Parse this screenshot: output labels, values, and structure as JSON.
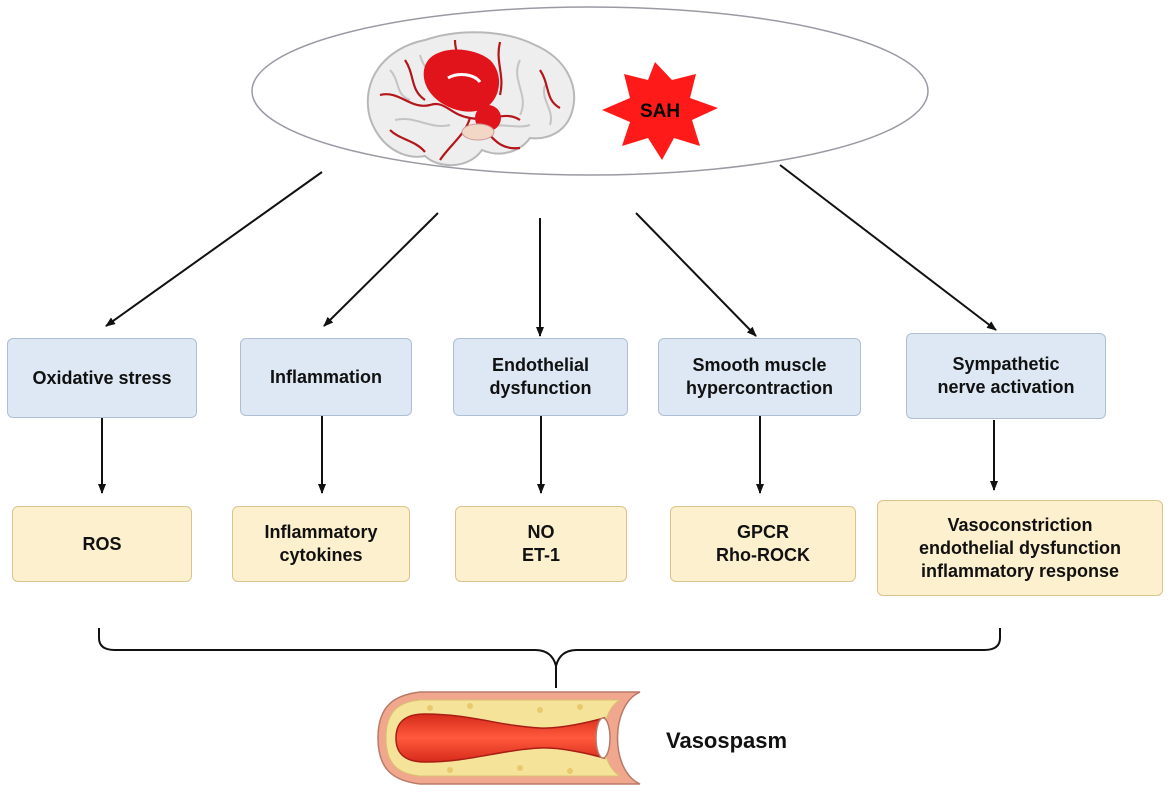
{
  "top": {
    "event_label": "SAH",
    "brain_icon": "brain-with-hemorrhage-icon",
    "burst_color": "#ff1a1a"
  },
  "mechanisms": [
    {
      "label": "Oxidative stress"
    },
    {
      "label": "Inflammation"
    },
    {
      "label": "Endothelial\ndysfunction"
    },
    {
      "label": "Smooth muscle\nhypercontraction"
    },
    {
      "label": "Sympathetic\nnerve activation"
    }
  ],
  "mediators": [
    {
      "label": "ROS"
    },
    {
      "label": "Inflammatory\ncytokines"
    },
    {
      "label": "NO\nET-1"
    },
    {
      "label": "GPCR\nRho-ROCK"
    },
    {
      "label": "Vasoconstriction\nendothelial dysfunction\ninflammatory response"
    }
  ],
  "outcome": {
    "label": "Vasospasm",
    "vessel_icon": "narrowed-artery-icon"
  },
  "colors": {
    "mechanism_fill": "#dde8f4",
    "mediator_fill": "#fdf0cf",
    "artery_red": "#d9321f",
    "plaque_yellow": "#f6e39a"
  }
}
